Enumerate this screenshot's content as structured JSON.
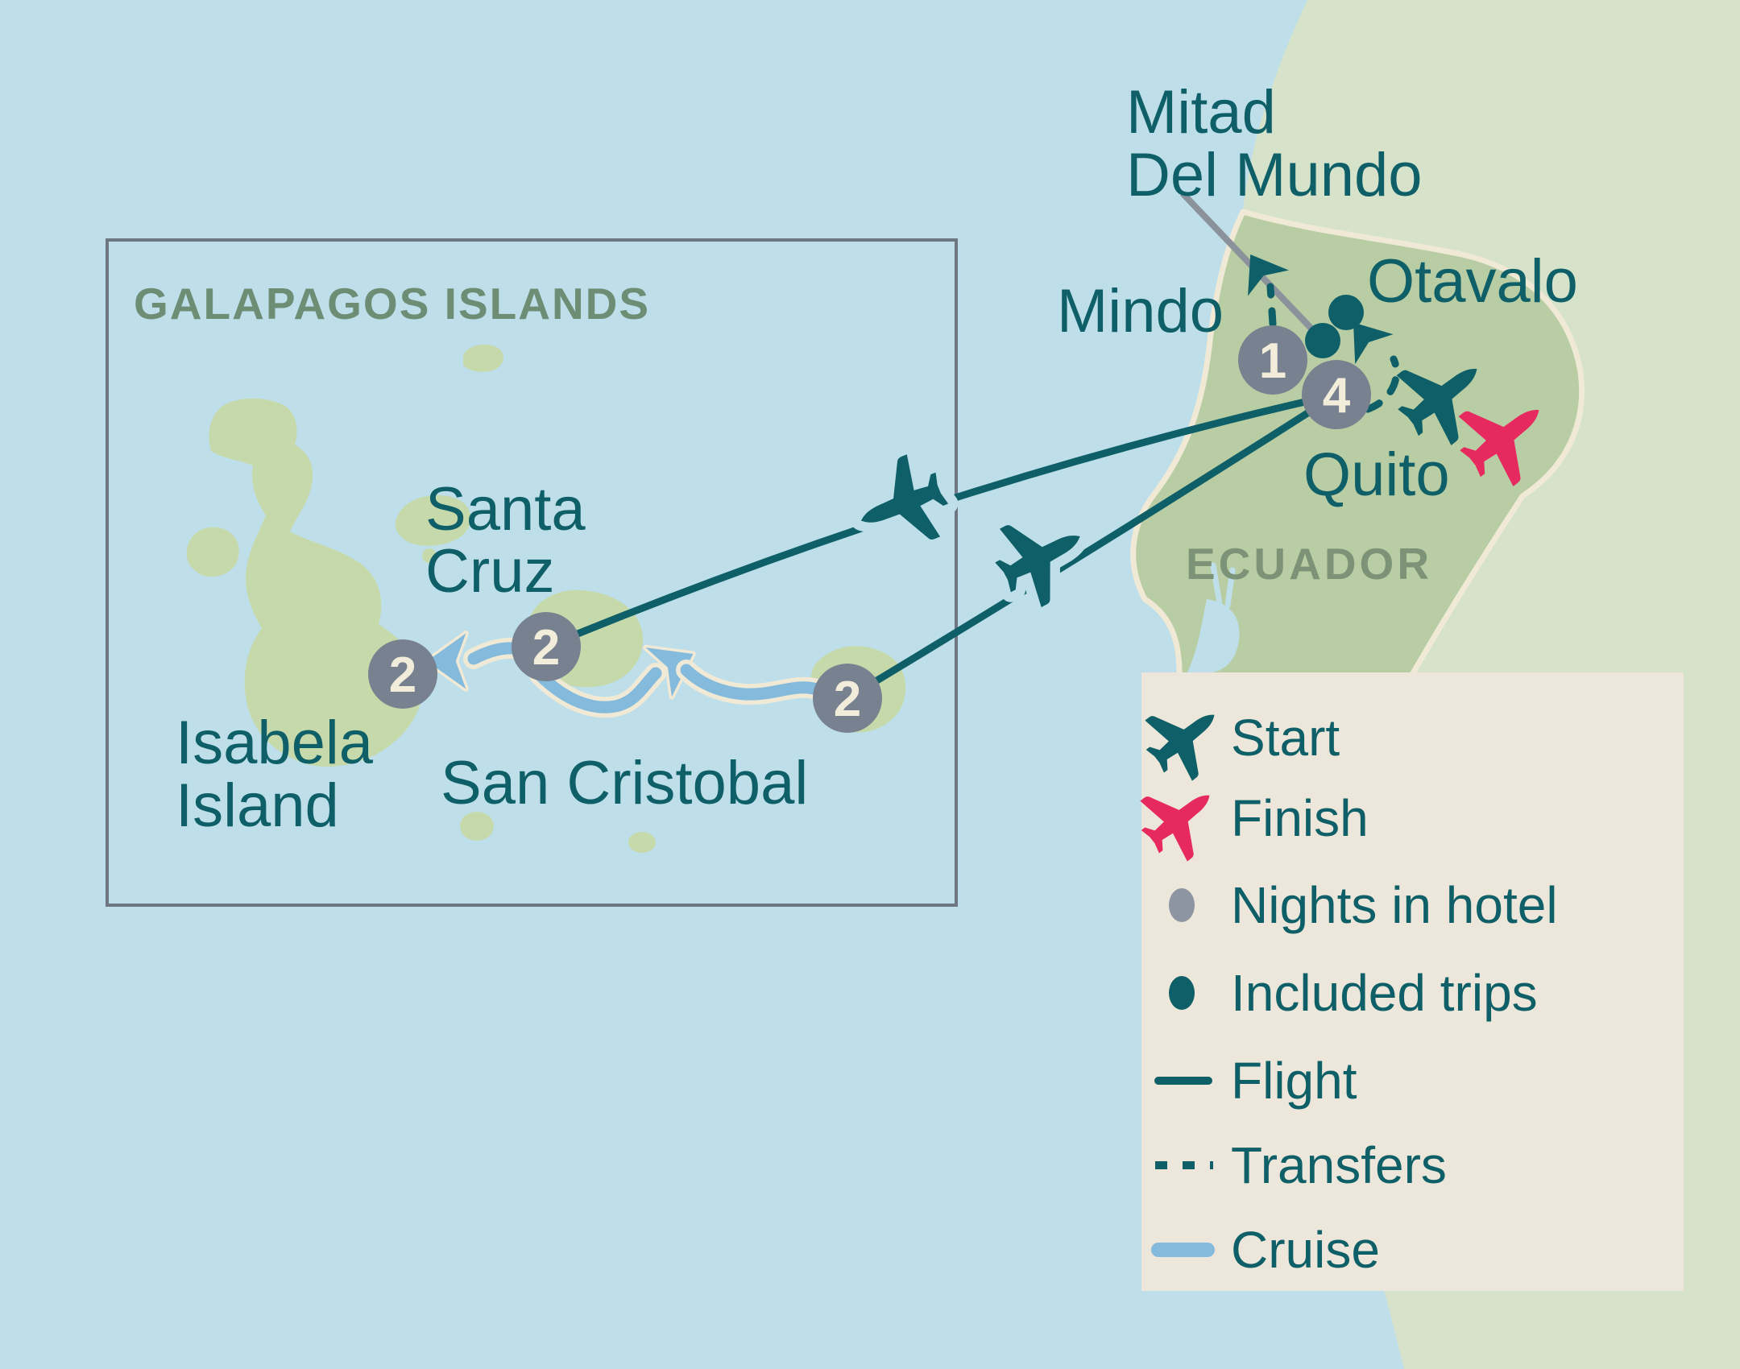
{
  "map": {
    "inset_title": "GALAPAGOS ISLANDS",
    "country_label": "ECUADOR",
    "labels": {
      "mitad_line1": "Mitad",
      "mitad_line2": "Del Mundo",
      "mindo": "Mindo",
      "otavalo": "Otavalo",
      "quito": "Quito",
      "santa_cruz_line1": "Santa",
      "santa_cruz_line2": "Cruz",
      "san_cristobal": "San Cristobal",
      "isabela_line1": "Isabela",
      "isabela_line2": "Island"
    },
    "nights": {
      "mindo": "1",
      "quito": "4",
      "isabela": "2",
      "santa_cruz": "2",
      "san_cristobal": "2"
    }
  },
  "legend": {
    "start": "Start",
    "finish": "Finish",
    "nights_hotel": "Nights in hotel",
    "included_trips": "Included trips",
    "flight": "Flight",
    "transfers": "Transfers",
    "cruise": "Cruise",
    "icons": {
      "start": "teal-plane-icon",
      "finish": "pink-plane-icon",
      "nights_hotel": "gray-dot-icon",
      "included_trips": "teal-dot-icon",
      "flight": "solid-line-icon",
      "transfers": "dashed-line-icon",
      "cruise": "thick-blue-line-icon"
    }
  },
  "colors": {
    "ocean": "#bedfe9",
    "mainland": "#b9cda4",
    "far_land": "#d6e3ca",
    "island": "#c6d9ab",
    "border_cream": "#f0e9d6",
    "teal": "#0e5f67",
    "pink": "#e62a60",
    "circle_gray": "#78818f",
    "legend_dot": "#8c95a1",
    "circle_text": "#f2ecdb",
    "legend_bg": "#ece7da",
    "box_border": "#6e7681",
    "leader_gray": "#8b929b",
    "cruise_blue": "#84badc",
    "label_green": "#6d8e75",
    "country_green": "#7d9377"
  }
}
